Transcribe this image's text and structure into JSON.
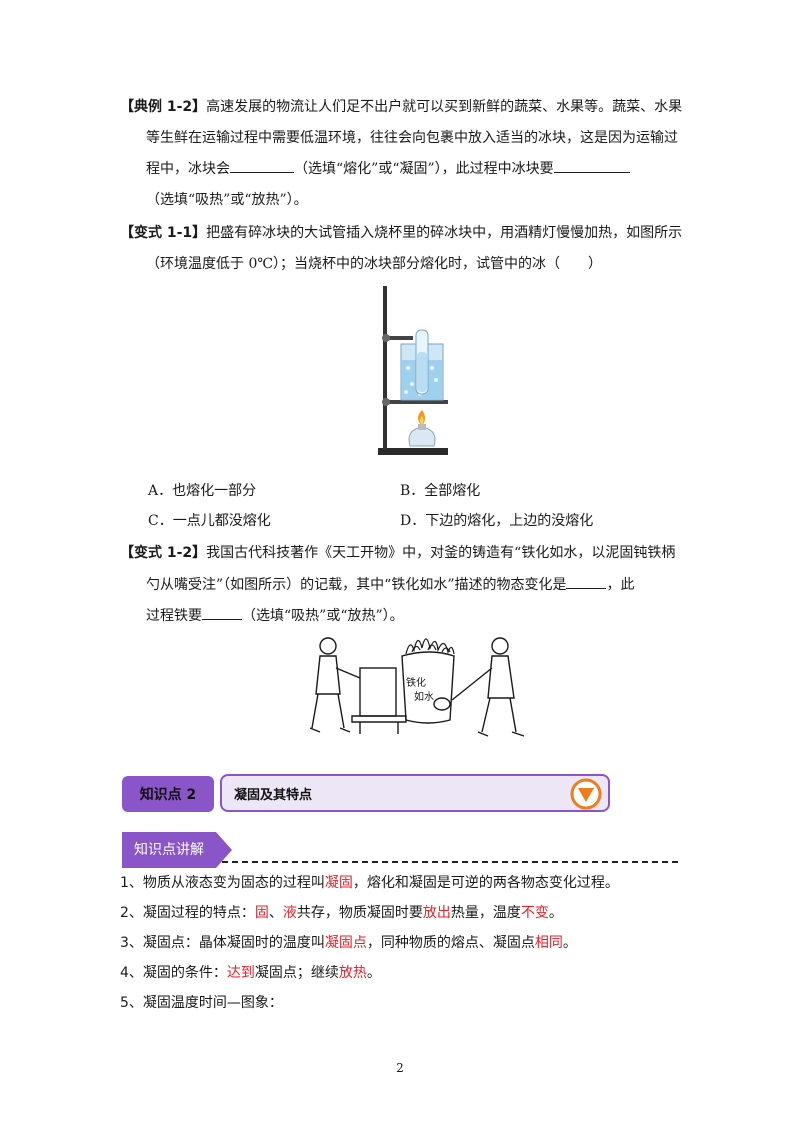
{
  "ex12": {
    "tag": "【典例 1-2】",
    "l1": "高速发展的物流让人们足不出户就可以买到新鲜的蔬菜、水果等。蔬菜、水果",
    "l2": "等生鲜在运输过程中需要低温环境，往往会向包裹中放入适当的冰块，这是因为运输过",
    "l3a": "程中，冰块会",
    "l3b": "（选填“熔化”或“凝固”），此过程中冰块要",
    "l4": "（选填“吸热”或“放热”）。"
  },
  "var11": {
    "tag": "【变式 1-1】",
    "l1": "把盛有碎冰块的大试管插入烧杯里的碎冰块中，用酒精灯慢慢加热，如图所示",
    "l2": "（环境温度低于 0℃）；当烧杯中的冰块部分熔化时，试管中的冰（　　）",
    "options": {
      "a": "A．也熔化一部分",
      "b": "B．全部熔化",
      "c": "C．一点儿都没熔化",
      "d": "D．下边的熔化，上边的没熔化"
    }
  },
  "var12": {
    "tag": "【变式 1-2】",
    "l1": "我国古代科技著作《天工开物》中，对釜的铸造有“铁化如水，以泥固钝铁柄",
    "l2a": "勺从嘴受注”（如图所示）的记载，其中“铁化如水”描述的物态变化是",
    "l2b": "，此",
    "l3a": "过程铁要",
    "l3b": "（选填“吸热”或“放热”）。",
    "figure_text": "铁化如水"
  },
  "section": {
    "badge": "知识点 2",
    "title": "凝固及其特点",
    "ribbon": "知识点讲解"
  },
  "points": {
    "p1a": "1、物质从液态变为固态的过程叫",
    "p1b": "凝固",
    "p1c": "，熔化和凝固是可逆的两各物态变化过程。",
    "p2a": "2、凝固过程的特点：",
    "p2b": "固",
    "p2c": "、",
    "p2d": "液",
    "p2e": "共存，物质凝固时要",
    "p2f": "放出",
    "p2g": "热量，温度",
    "p2h": "不变",
    "p2i": "。",
    "p3a": "3、凝固点：晶体凝固时的温度叫",
    "p3b": "凝固点",
    "p3c": "，同种物质的熔点、凝固点",
    "p3d": "相同",
    "p3e": "。",
    "p4a": "4、凝固的条件：",
    "p4b": "达到",
    "p4c": "凝固点；继续",
    "p4d": "放热",
    "p4e": "。",
    "p5": "5、凝固温度时间—图象："
  },
  "colors": {
    "accent_purple": "#8a55c8",
    "highlight_red": "#e8212b",
    "arrow_orange": "#f07c1e"
  },
  "icons": {
    "section_arrow": "down-triangle-icon"
  },
  "page_number": "2"
}
